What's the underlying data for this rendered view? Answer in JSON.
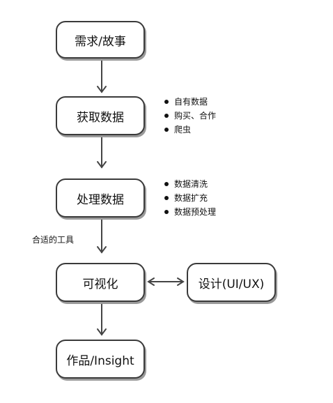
{
  "nodes": {
    "demand": "需求/故事",
    "acquire": "获取数据",
    "process": "处理数据",
    "visualize": "可视化",
    "design": "设计(UI/UX)",
    "work": "作品/Insight"
  },
  "acquire_items": [
    "自有数据",
    "购买、合作",
    "爬虫"
  ],
  "process_items": [
    "数据清洗",
    "数据扩充",
    "数据预处理"
  ],
  "edge_label": "合适的工具",
  "colors": {
    "stroke": "#3a3a3a",
    "shadow": "#9a9a9a",
    "text": "#111111"
  }
}
